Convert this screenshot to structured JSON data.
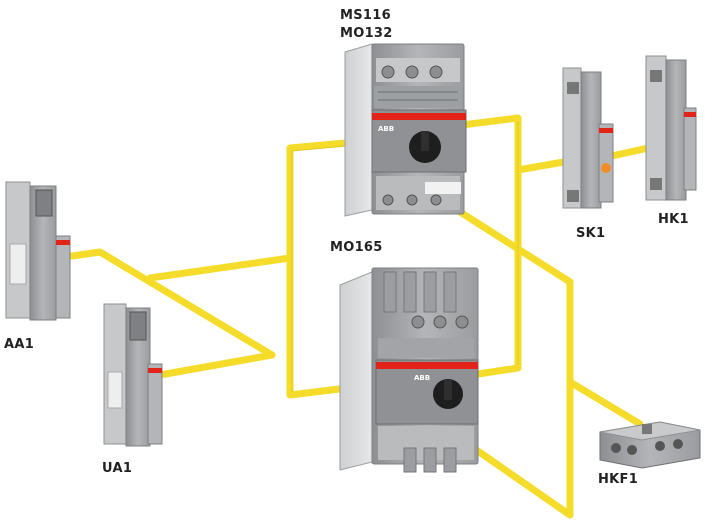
{
  "labels": {
    "ms116": "MS116",
    "mo132": "MO132",
    "mo165": "MO165",
    "sk1": "SK1",
    "hk1": "HK1",
    "aa1": "AA1",
    "ua1": "UA1",
    "hkf1": "HKF1"
  },
  "brand": "ABB",
  "colors": {
    "connector": "#F5DC2A",
    "connector_edge": "#D9BE10",
    "device_body": "#A7A9AC",
    "device_dark": "#6D6F72",
    "device_light": "#D4D5D7",
    "abb_red": "#E2231A",
    "knob": "#1E1E1E"
  }
}
